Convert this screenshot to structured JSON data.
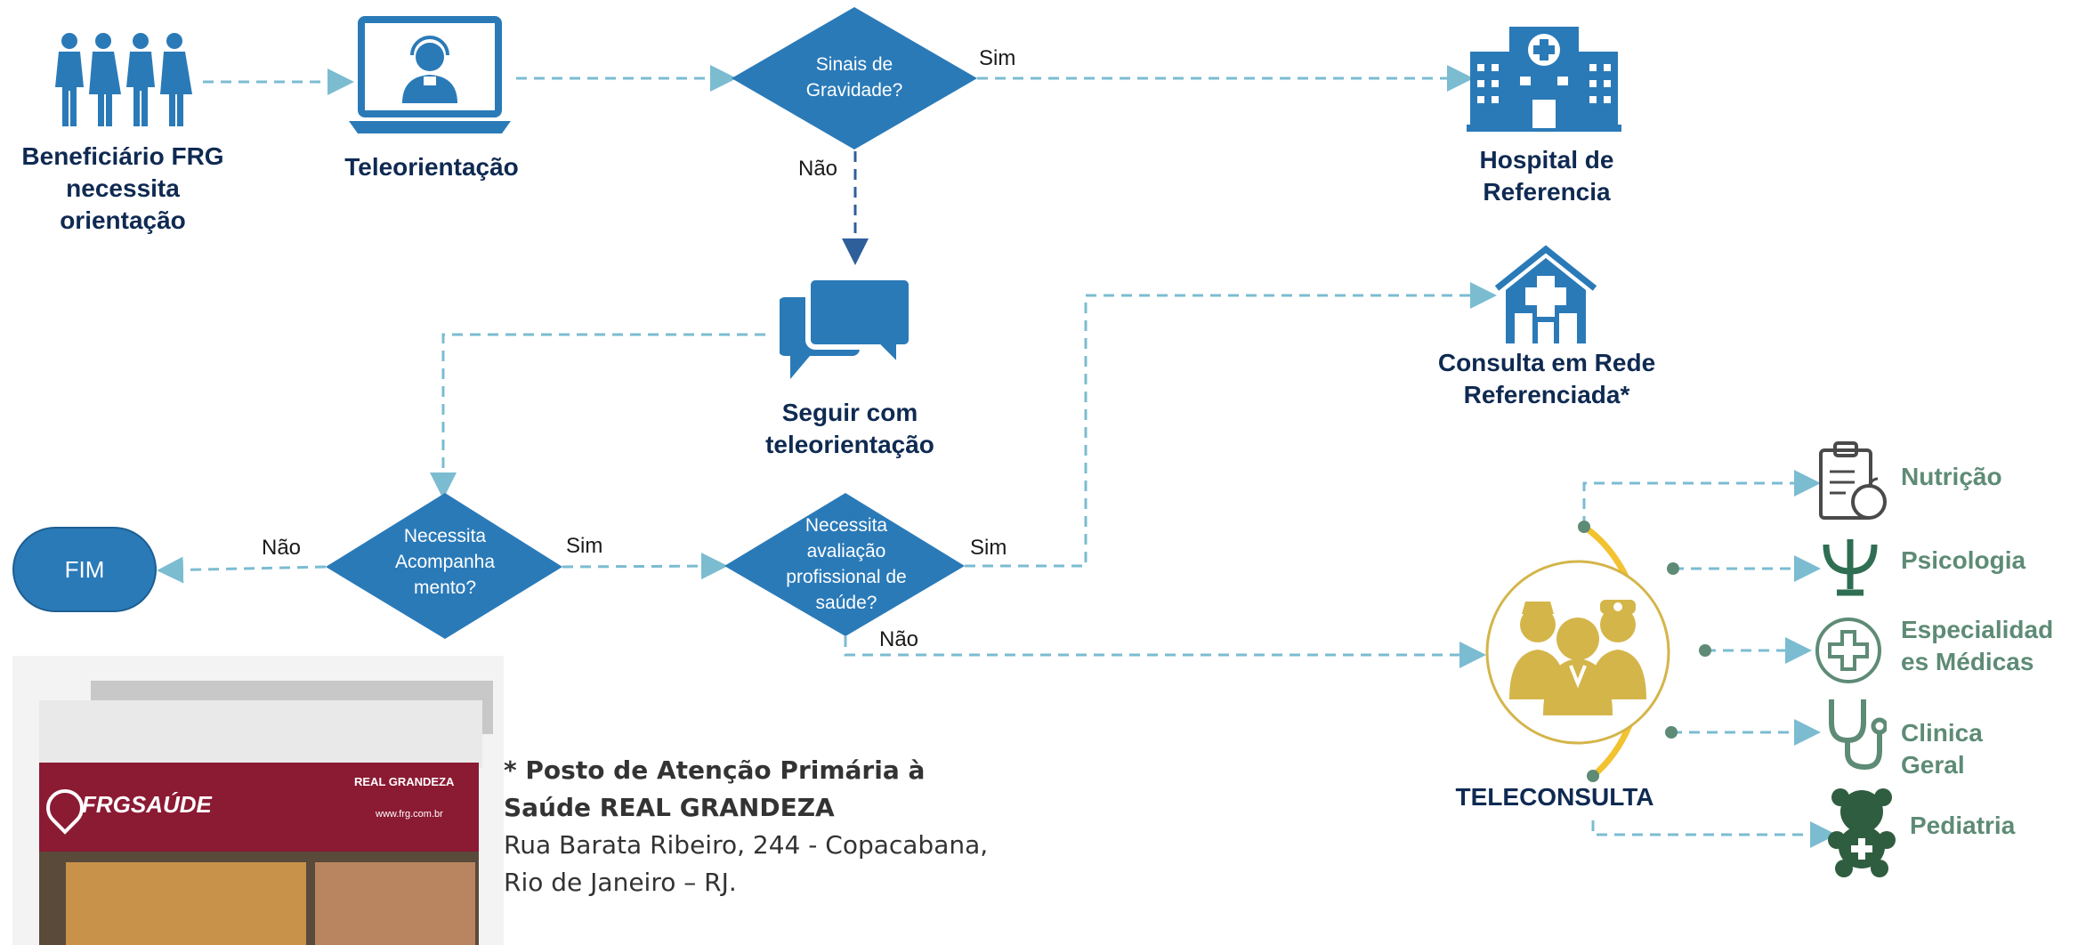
{
  "nodes": {
    "beneficiary": "Beneficiário FRG necessita orientação",
    "teleorientation": "Teleorientação",
    "severity_question": "Sinais de Gravidade?",
    "hospital": "Hospital de Referencia",
    "continue_teleorientation": "Seguir com teleorientação",
    "network_consultation": "Consulta em Rede Referenciada*",
    "end": "FIM",
    "followup_question": "Necessita Acompanha mento?",
    "professional_question": "Necessita avaliação profissional de saúde?",
    "teleconsultation": "TELECONSULTA"
  },
  "edge_labels": {
    "severity_yes": "Sim",
    "severity_no": "Não",
    "followup_no": "Não",
    "followup_yes": "Sim",
    "professional_yes": "Sim",
    "professional_no": "Não"
  },
  "specialties": [
    "Nutrição",
    "Psicologia",
    "Especialidad es Médicas",
    "Clinica Geral",
    "Pediatria"
  ],
  "note": {
    "title": "* Posto de Atenção Primária à Saúde REAL GRANDEZA",
    "address": "Rua Barata Ribeiro, 244 - Copacabana, Rio de Janeiro – RJ."
  },
  "sign": {
    "brand": "FRGSAÚDE",
    "partner": "REAL GRANDEZA",
    "url": "www.frg.com.br"
  },
  "colors": {
    "primary_blue": "#2a7ab8",
    "dark_navy": "#0f2a52",
    "dashed_line": "#7bbcd1",
    "gold": "#d4b54a",
    "teal_gray": "#5e8b76",
    "sign_red": "#8b1a33"
  }
}
